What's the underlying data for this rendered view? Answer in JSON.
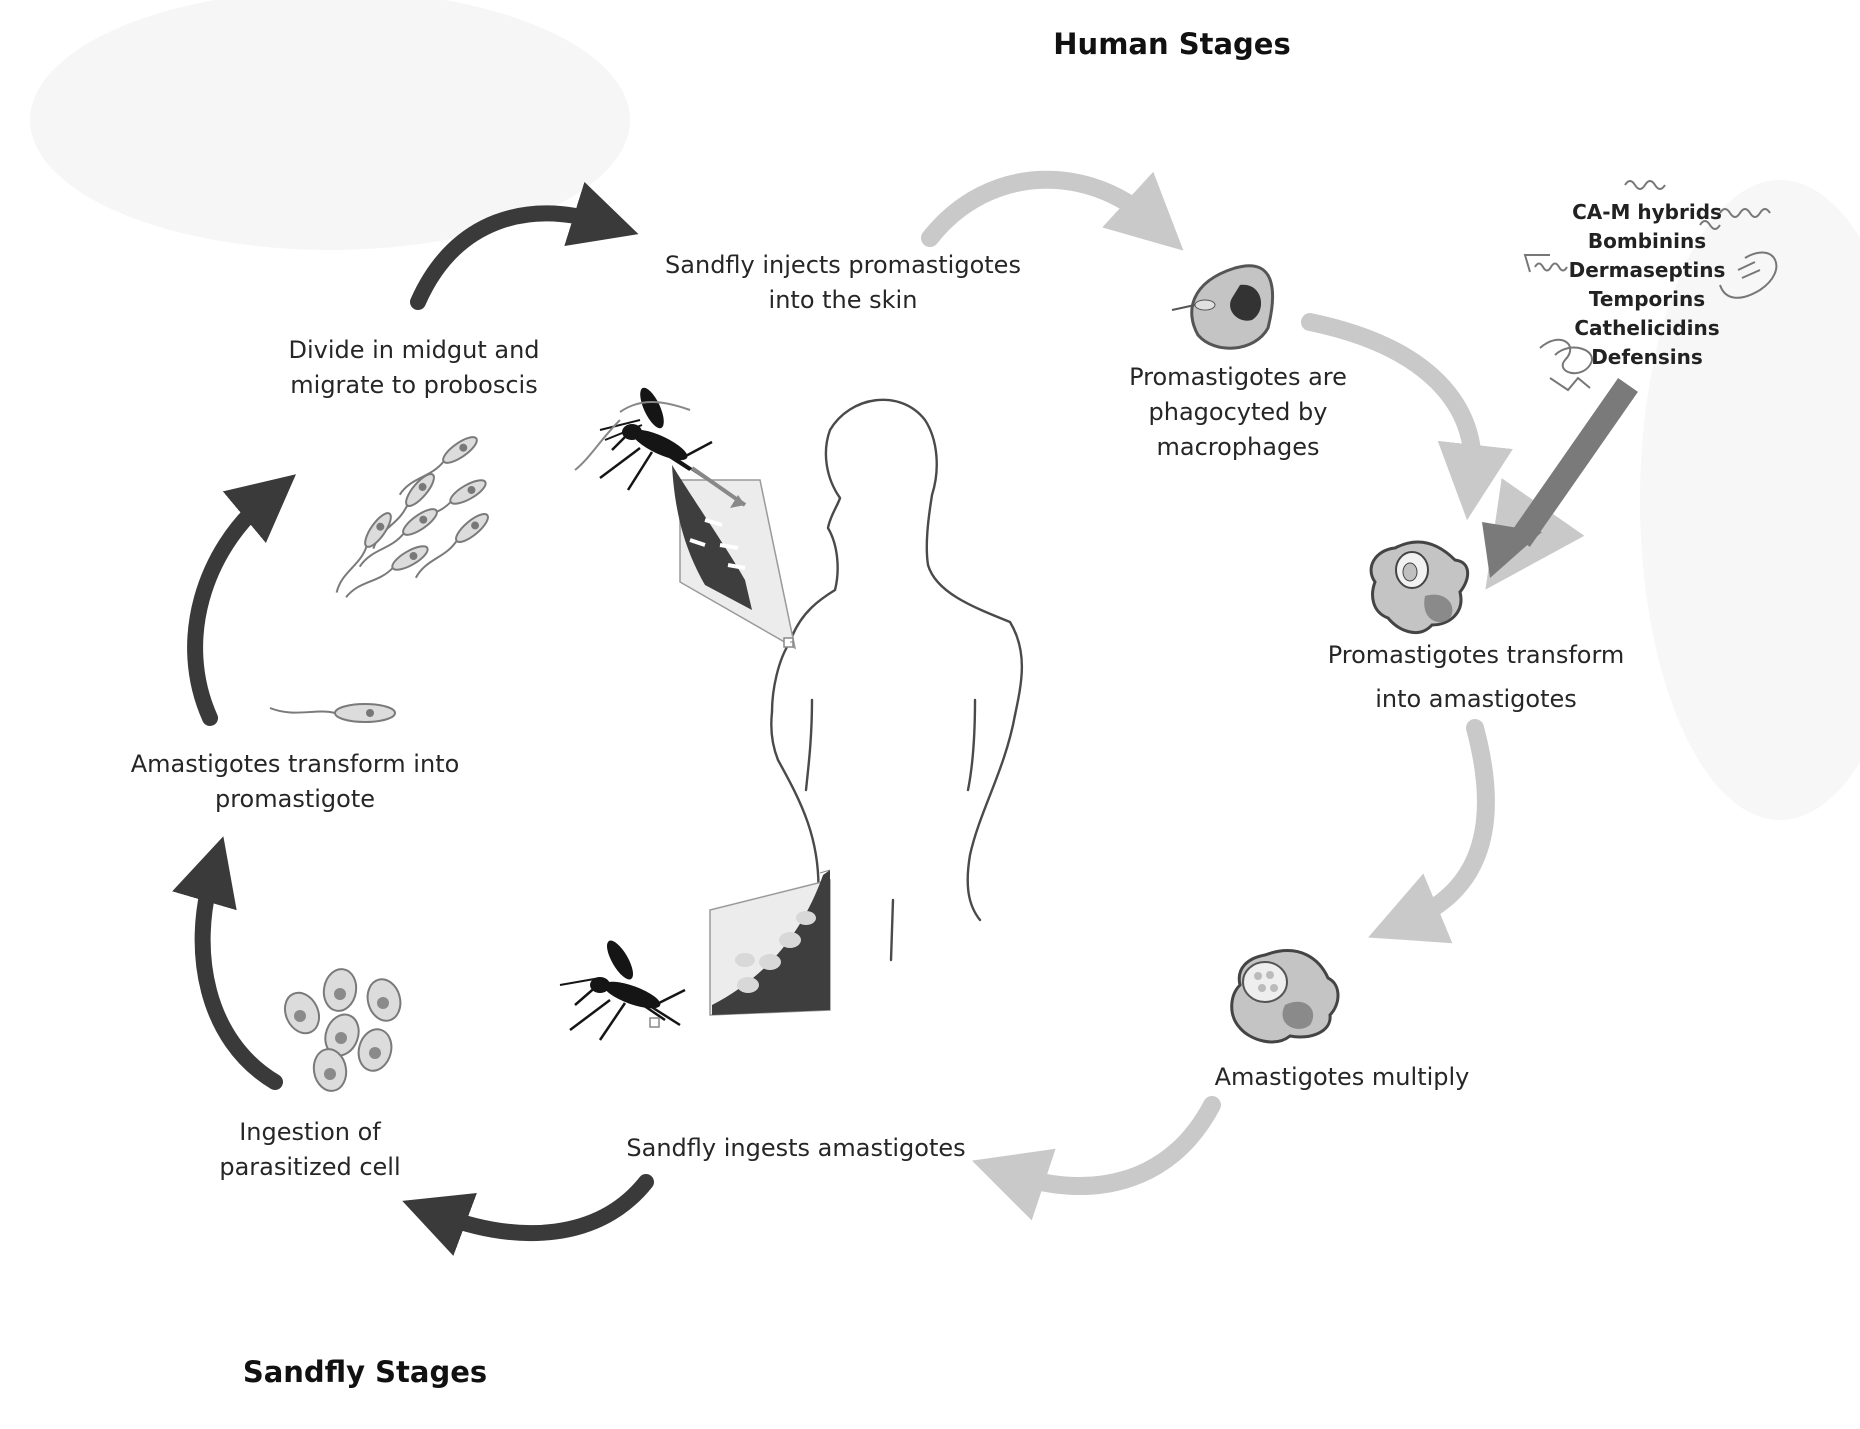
{
  "headings": {
    "human": "Human Stages",
    "sandfly": "Sandfly Stages"
  },
  "human_stages": {
    "inject_line1": "Sandfly injects promastigotes",
    "inject_line2": "into the skin",
    "phago_line1": "Promastigotes are",
    "phago_line2": "phagocyted by",
    "phago_line3": "macrophages",
    "transform_line1": "Promastigotes transform",
    "transform_line2": "into amastigotes",
    "multiply": "Amastigotes multiply",
    "ingest": "Sandfly ingests amastigotes"
  },
  "sandfly_stages": {
    "ingestion_line1": "Ingestion of",
    "ingestion_line2": "parasitized cell",
    "transform_line1": "Amastigotes transform into",
    "transform_line2": "promastigote",
    "divide_line1": "Divide in midgut and",
    "divide_line2": "migrate to proboscis"
  },
  "peptides": [
    "CA-M hybrids",
    "Bombinins",
    "Dermaseptins",
    "Temporins",
    "Cathelicidins",
    "Defensins"
  ],
  "colors": {
    "human_arrow": "#c9c9c9",
    "sandfly_arrow": "#3a3a3a",
    "peptide_arrow": "#7a7a7a"
  }
}
